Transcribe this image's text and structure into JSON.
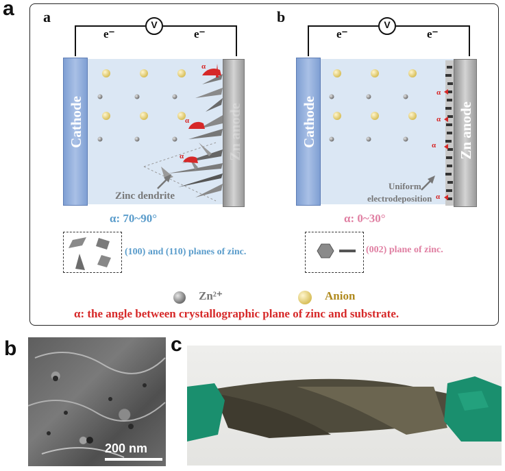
{
  "panel_labels": {
    "a": "a",
    "b": "b",
    "c": "c"
  },
  "subpanel_labels": {
    "a": "a",
    "b": "b"
  },
  "left_cell": {
    "electron_left": "e⁻",
    "electron_right": "e⁻",
    "voltmeter": "V",
    "cathode_label": "Cathode",
    "anode_label": "Zn anode",
    "alpha_mark": "α",
    "dendrite_label": "Zinc dendrite",
    "alpha_range": "α: 70~90°",
    "planes_label": "(100) and (110) planes of zinc."
  },
  "right_cell": {
    "electron_left": "e⁻",
    "electron_right": "e⁻",
    "voltmeter": "V",
    "cathode_label": "Cathode",
    "anode_label": "Zn anode",
    "alpha_mark": "α",
    "uniform_label_1": "Uniform",
    "uniform_label_2": "electrodeposition",
    "alpha_range": "α: 0~30°",
    "planes_label": "(002) plane of zinc."
  },
  "legend": {
    "zn_label": "Zn²⁺",
    "anion_label": "Anion",
    "alpha_definition": "α: the angle between crystallographic plane of zinc and substrate."
  },
  "sem": {
    "scale_bar": "200 nm"
  },
  "colors": {
    "cathode": "#8eaadb",
    "anode": "#b0b0b0",
    "electrolyte": "#dbe7f4",
    "alpha_red": "#d62828",
    "blue_text": "#5a9ccb",
    "pink_text": "#e07fa2",
    "anion_gold": "#e7d58a",
    "zn_gray": "#8a8a8a",
    "glove_green": "#1a8f6e"
  }
}
